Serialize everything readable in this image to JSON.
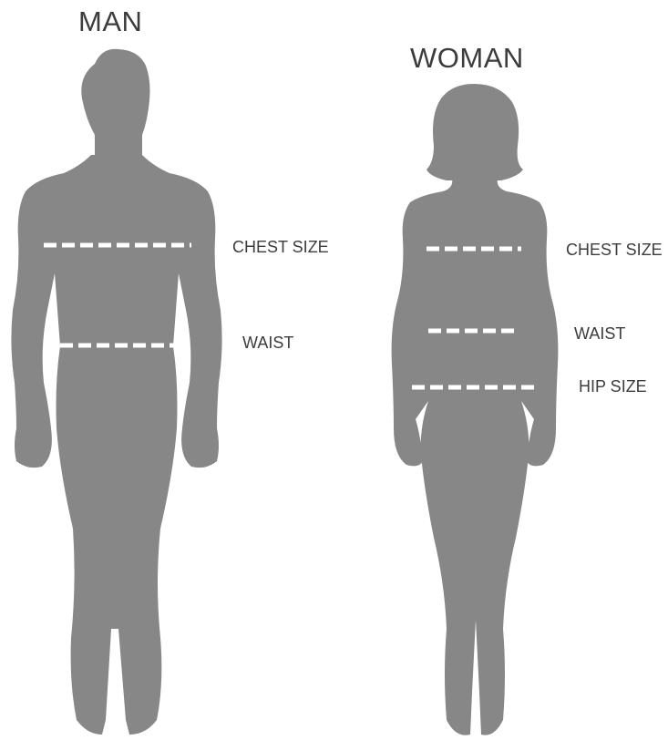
{
  "colors": {
    "silhouette": "#878787",
    "measure_line": "#ffffff",
    "text": "#3c3c3c",
    "background": "#ffffff"
  },
  "man": {
    "title": "MAN",
    "chest_label": "CHEST SIZE",
    "waist_label": "WAIST"
  },
  "woman": {
    "title": "WOMAN",
    "chest_label": "CHEST SIZE",
    "waist_label": "WAIST",
    "hip_label": "HIP SIZE"
  }
}
